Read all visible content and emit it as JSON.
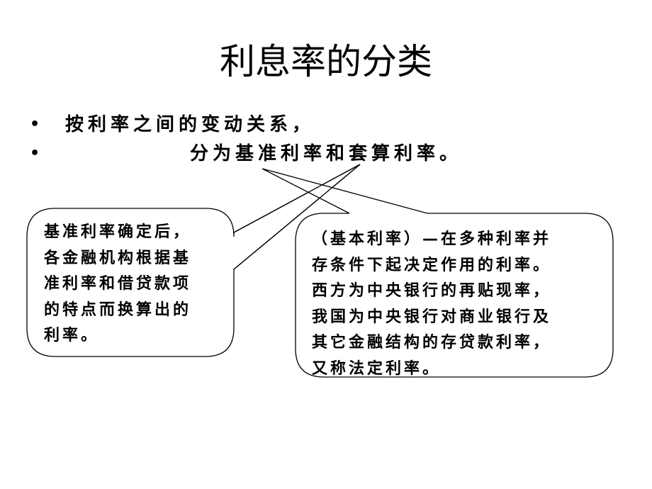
{
  "slide": {
    "title": "利息率的分类",
    "bullets": [
      {
        "marker": "•",
        "text": "按利率之间的变动关系，"
      },
      {
        "marker": "•",
        "text": "分为基准利率和套算利率。"
      }
    ]
  },
  "callouts": {
    "left": {
      "lines": [
        "基准利率确定后，",
        "各金融机构根据基",
        "准利率和借贷款项",
        "的特点而换算出的",
        "利率。"
      ]
    },
    "right": {
      "lines": [
        "（基本利率）—在多种利率并",
        "存条件下起决定作用的利率。",
        "西方为中央银行的再贴现率，",
        "我国为中央银行对商业银行及",
        "其它金融结构的存贷款利率，",
        "又称法定利率。"
      ]
    }
  },
  "colors": {
    "background": "#ffffff",
    "text": "#000000",
    "outline": "#000000"
  }
}
